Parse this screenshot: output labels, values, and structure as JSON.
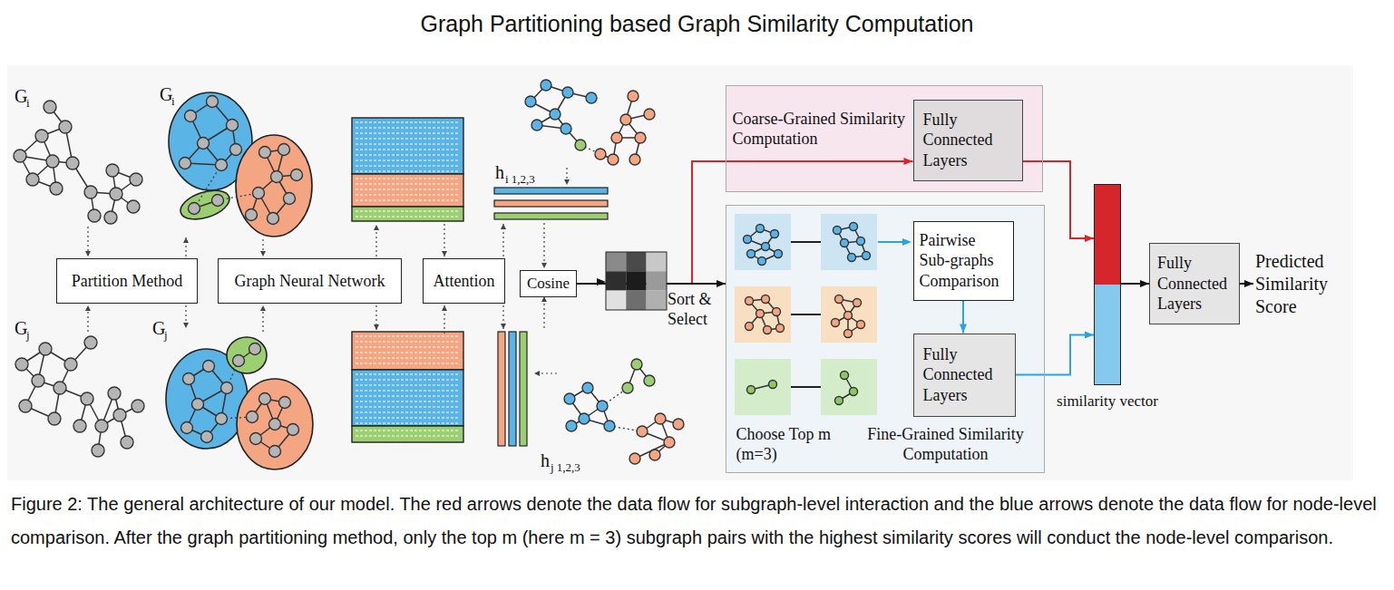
{
  "diagram": {
    "title": "Graph Partitioning based Graph Similarity Computation",
    "caption": "Figure 2: The general architecture of our model. The red arrows denote the data flow for subgraph-level interaction and the blue arrows denote the data flow for node-level comparison. After the graph partitioning method, only the top m (here m = 3) subgraph pairs with the highest similarity scores will conduct the node-level comparison.",
    "nodes": [
      {
        "text": [
          "Partition Method"
        ]
      },
      {
        "text": [
          "Graph Neural Network"
        ]
      },
      {
        "text": [
          "Attention"
        ]
      },
      {
        "text": [
          "Cosine"
        ]
      },
      {
        "text": [
          "Coarse-Grained Similarity Computation"
        ]
      },
      {
        "text": [
          "Fully Connected Layers"
        ],
        "in": 4
      },
      {
        "text": [
          "Choose Top m (m=3)",
          "Fine-Grained Similarity Computation"
        ]
      },
      {
        "text": [
          "Pairwise Sub-graphs Comparison"
        ],
        "in": 6
      },
      {
        "text": [
          "Fully Connected Layers"
        ],
        "in": 6
      },
      {
        "text": [
          "similarity vector"
        ]
      },
      {
        "text": [
          "Fully Connected Layers"
        ]
      },
      {
        "text": [
          "Predicted Similarity Score"
        ]
      }
    ],
    "edges": [
      {
        "from": 3,
        "to": 5,
        "arrow": "to"
      },
      {
        "from": 3,
        "to": 6,
        "label": "Sort & Select",
        "arrow": "to"
      },
      {
        "from": 7,
        "to": 8,
        "arrow": "to"
      },
      {
        "from": 5,
        "to": 9,
        "arrow": "to"
      },
      {
        "from": 8,
        "to": 9,
        "arrow": "to"
      },
      {
        "from": 9,
        "to": 10,
        "arrow": "to"
      },
      {
        "from": 10,
        "to": 11,
        "arrow": "to"
      }
    ],
    "labels": [
      "G",
      "i",
      "G",
      "i",
      "G",
      "j",
      "G",
      "j",
      "h",
      "i 1,2,3",
      "h",
      "j 1,2,3"
    ]
  }
}
